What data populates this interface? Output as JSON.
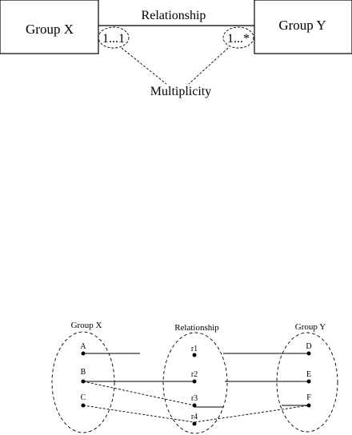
{
  "top_diagram": {
    "left_box_label": "Group X",
    "right_box_label": "Group Y",
    "relationship_label": "Relationship",
    "left_multiplicity": "1...1",
    "right_multiplicity": "1...*",
    "callout_label": "Multiplicity"
  },
  "bottom_diagram": {
    "group_x_label": "Group X",
    "relationship_label": "Relationship",
    "group_y_label": "Group Y",
    "group_x_items": [
      "A",
      "B",
      "C"
    ],
    "relationship_items": [
      "r1",
      "r2",
      "r3",
      "r4"
    ],
    "group_y_items": [
      "D",
      "E",
      "F"
    ]
  }
}
